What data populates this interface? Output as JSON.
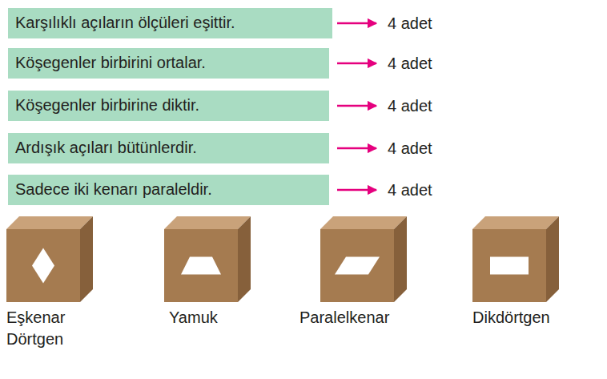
{
  "diagram": {
    "nodes": [
      {
        "text": [
          "Karşılıklı açıların ölçüleri eşittir."
        ]
      },
      {
        "text": [
          "Köşegenler birbirini ortalar."
        ]
      },
      {
        "text": [
          "Köşegenler birbirine diktir."
        ]
      },
      {
        "text": [
          "Ardışık açıları bütünlerdir."
        ]
      },
      {
        "text": [
          "Sadece iki kenarı paraleldir."
        ]
      },
      {
        "text": [
          "Eşkenar Dörtgen"
        ]
      },
      {
        "text": [
          "Yamuk"
        ]
      },
      {
        "text": [
          "Paralelkenar"
        ]
      },
      {
        "text": [
          "Dikdörtgen"
        ]
      }
    ],
    "labels": [
      "4 adet",
      "4 adet",
      "4 adet",
      "4 adet",
      "4 adet"
    ]
  }
}
